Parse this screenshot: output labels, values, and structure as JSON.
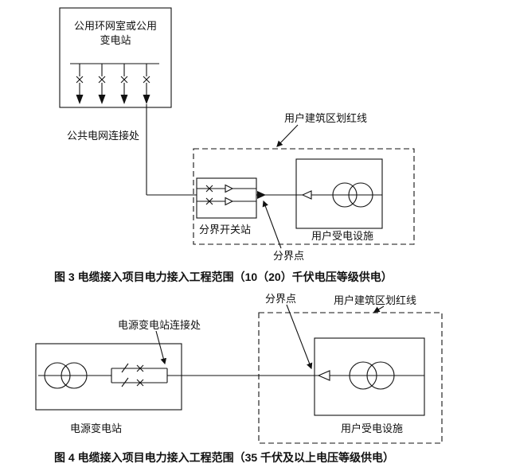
{
  "colors": {
    "line": "#111111",
    "background": "#ffffff"
  },
  "figure3": {
    "source_box_label": "公用环网室或公用\n变电站",
    "grid_connection_label": "公共电网连接处",
    "red_line_label": "用户建筑区划红线",
    "switch_station_label": "分界开关站",
    "user_facility_label": "用户受电设施",
    "boundary_point_label": "分界点",
    "caption": "图 3 电缆接入项目电力接入工程范围（10（20）千伏电压等级供电）"
  },
  "figure4": {
    "boundary_point_label": "分界点",
    "red_line_label": "用户建筑区划红线",
    "source_connection_label": "电源变电站连接处",
    "source_station_label": "电源变电站",
    "user_facility_label": "用户受电设施",
    "caption": "图 4 电缆接入项目电力接入工程范围（35 千伏及以上电压等级供电）"
  }
}
